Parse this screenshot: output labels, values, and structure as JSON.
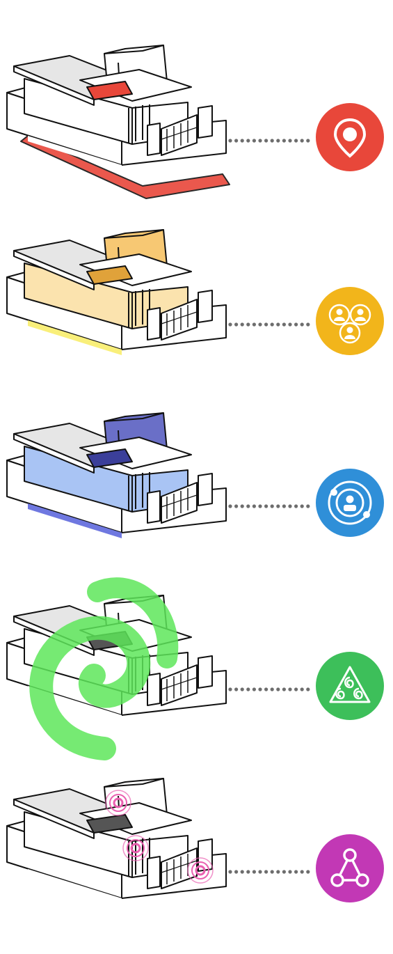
{
  "rows": [
    {
      "id": "location",
      "icon": "map-pin-icon",
      "color": "#e8473a",
      "overlay": "ground-plane"
    },
    {
      "id": "community",
      "icon": "people-group-icon",
      "color": "#f2b51b",
      "overlay": "volume-fill"
    },
    {
      "id": "connection",
      "icon": "person-orbit-icon",
      "color": "#2f8fd8",
      "overlay": "volume-fill"
    },
    {
      "id": "flow",
      "icon": "triple-spiral-icon",
      "color": "#3dbf5a",
      "overlay": "swirl"
    },
    {
      "id": "network",
      "icon": "network-triangle-icon",
      "color": "#c238b5",
      "overlay": "ripple-nodes"
    }
  ],
  "colors": {
    "dots": "#6d6d6d",
    "outline": "#111111",
    "wall": "#ffffff",
    "roof": "#e6e6e6",
    "yellow_fill": "#f7c873",
    "yellow_light": "#fbe3ae",
    "blue_fill": "#6a6fc7",
    "blue_light": "#a9c4f4",
    "green_swirl": "#5ee65a",
    "pink_ring": "#ea5fb0"
  }
}
